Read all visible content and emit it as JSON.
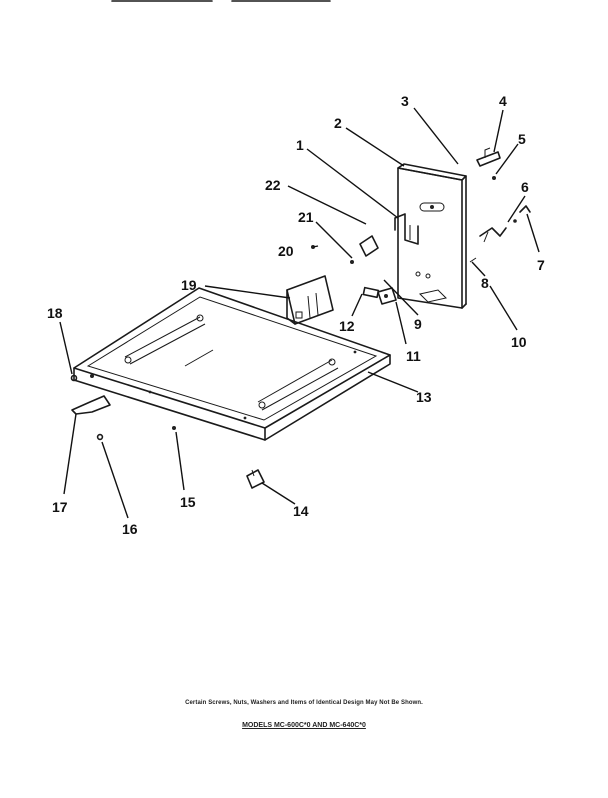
{
  "labels": [
    {
      "id": "1",
      "text": "1"
    },
    {
      "id": "2",
      "text": "2"
    },
    {
      "id": "3",
      "text": "3"
    },
    {
      "id": "4",
      "text": "4"
    },
    {
      "id": "5",
      "text": "5"
    },
    {
      "id": "6",
      "text": "6"
    },
    {
      "id": "7",
      "text": "7"
    },
    {
      "id": "8",
      "text": "8"
    },
    {
      "id": "9",
      "text": "9"
    },
    {
      "id": "10",
      "text": "10"
    },
    {
      "id": "11",
      "text": "11"
    },
    {
      "id": "12",
      "text": "12"
    },
    {
      "id": "13",
      "text": "13"
    },
    {
      "id": "14",
      "text": "14"
    },
    {
      "id": "15",
      "text": "15"
    },
    {
      "id": "16",
      "text": "16"
    },
    {
      "id": "17",
      "text": "17"
    },
    {
      "id": "18",
      "text": "18"
    },
    {
      "id": "19",
      "text": "19"
    },
    {
      "id": "20",
      "text": "20"
    },
    {
      "id": "21",
      "text": "21"
    },
    {
      "id": "22",
      "text": "22"
    }
  ],
  "footnote": "Certain Screws, Nuts, Washers and Items of Identical Design May Not Be Shown.",
  "models": "MODELS MC-600C*0 AND MC-640C*0"
}
